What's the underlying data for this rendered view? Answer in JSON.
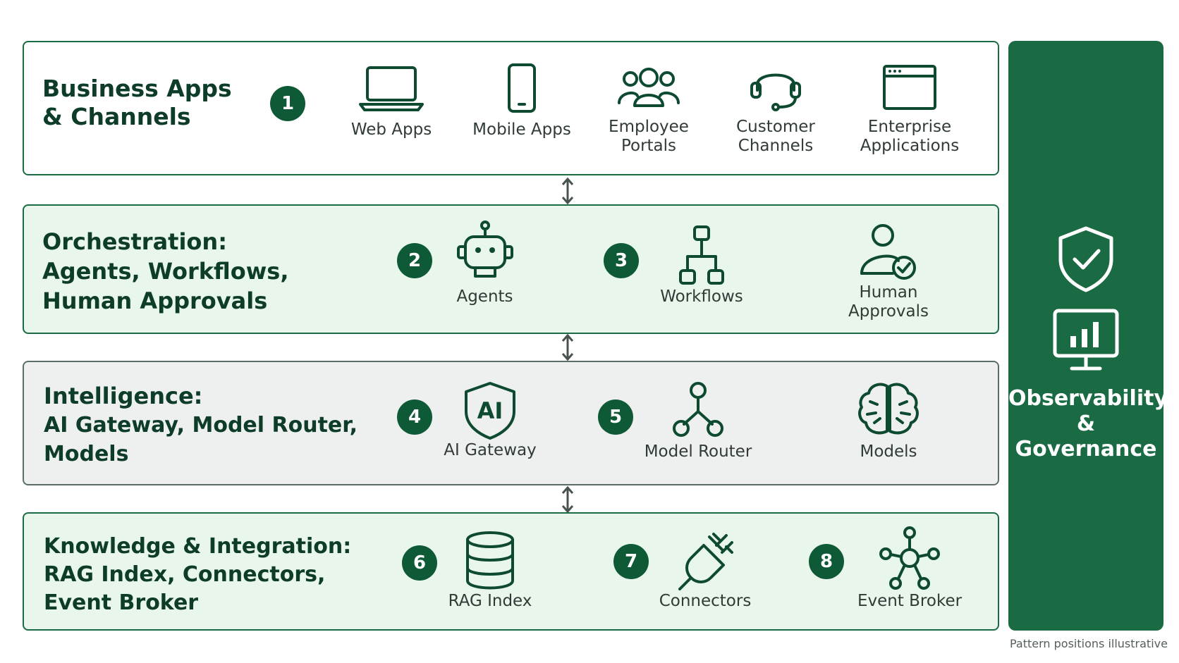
{
  "layers": [
    {
      "title_lines": [
        "Business Apps",
        "& Channels"
      ],
      "badge": "1",
      "items": [
        {
          "label_lines": [
            "Web Apps"
          ],
          "icon": "laptop-icon"
        },
        {
          "label_lines": [
            "Mobile Apps"
          ],
          "icon": "mobile-phone-icon"
        },
        {
          "label_lines": [
            "Employee",
            "Portals"
          ],
          "icon": "people-group-icon"
        },
        {
          "label_lines": [
            "Customer",
            "Channels"
          ],
          "icon": "headset-icon"
        },
        {
          "label_lines": [
            "Enterprise",
            "Applications"
          ],
          "icon": "browser-window-icon"
        }
      ]
    },
    {
      "title_lines": [
        "Orchestration:",
        "Agents, Workflows,",
        "Human Approvals"
      ],
      "items": [
        {
          "badge": "2",
          "label_lines": [
            "Agents"
          ],
          "icon": "robot-icon"
        },
        {
          "badge": "3",
          "label_lines": [
            "Workflows"
          ],
          "icon": "workflow-tree-icon"
        },
        {
          "label_lines": [
            "Human",
            "Approvals"
          ],
          "icon": "user-check-icon"
        }
      ]
    },
    {
      "title_lines": [
        "Intelligence:",
        "AI Gateway, Model Router,",
        "Models"
      ],
      "items": [
        {
          "badge": "4",
          "label_lines": [
            "AI Gateway"
          ],
          "icon": "ai-shield-icon",
          "icon_text": "AI"
        },
        {
          "badge": "5",
          "label_lines": [
            "Model Router"
          ],
          "icon": "router-nodes-icon"
        },
        {
          "label_lines": [
            "Models"
          ],
          "icon": "brain-icon"
        }
      ]
    },
    {
      "title_lines": [
        "Knowledge & Integration:",
        "RAG Index, Connectors,",
        "Event Broker"
      ],
      "items": [
        {
          "badge": "6",
          "label_lines": [
            "RAG Index"
          ],
          "icon": "database-icon"
        },
        {
          "badge": "7",
          "label_lines": [
            "Connectors"
          ],
          "icon": "plug-icon"
        },
        {
          "badge": "8",
          "label_lines": [
            "Event Broker"
          ],
          "icon": "hub-network-icon"
        }
      ]
    }
  ],
  "governance": {
    "label_lines": [
      "Observability",
      "&",
      "Governance"
    ],
    "icons": [
      "shield-check-icon",
      "monitor-chart-icon"
    ]
  },
  "footnote": "Pattern positions illustrative",
  "colors": {
    "accent": "#0e5a37",
    "governance_panel": "#1a6b43",
    "light_green_fill": "#e8f6ec",
    "gray_fill": "#eef0f0"
  }
}
